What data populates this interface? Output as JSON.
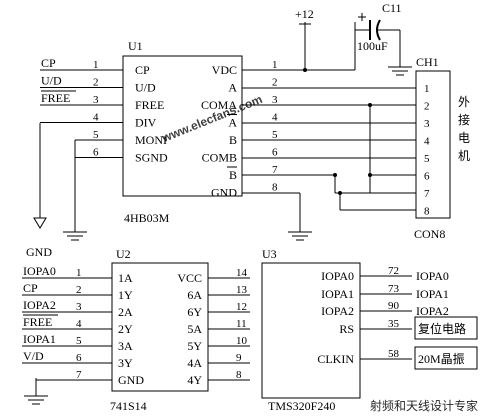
{
  "watermark": {
    "top_text": "www.elecfans.com",
    "logo_text": "射频和天线设计专家",
    "colors": {
      "top": "#e8b4c4",
      "logo": "#c87898"
    }
  },
  "power": {
    "vcc_label": "+12"
  },
  "cap": {
    "ref": "C11",
    "value": "100uF"
  },
  "u1": {
    "ref": "U1",
    "part": "4HB03M",
    "left_pins": [
      {
        "name": "CP",
        "pin": "1",
        "net": "CP"
      },
      {
        "name": "U/D",
        "pin": "2",
        "net": "U/D"
      },
      {
        "name": "FREE",
        "pin": "3",
        "net": "FREE"
      },
      {
        "name": "DIV",
        "pin": "4",
        "net": ""
      },
      {
        "name": "MONI",
        "pin": "5",
        "net": ""
      },
      {
        "name": "SGND",
        "pin": "6",
        "net": ""
      }
    ],
    "right_pins": [
      {
        "name": "VDC",
        "pin": "1"
      },
      {
        "name": "A",
        "pin": "2"
      },
      {
        "name": "COMA",
        "pin": "3"
      },
      {
        "name": "A",
        "pin": "4"
      },
      {
        "name": "B",
        "pin": "5"
      },
      {
        "name": "COMB",
        "pin": "6"
      },
      {
        "name": "B",
        "pin": "7"
      },
      {
        "name": "GND",
        "pin": "8"
      }
    ]
  },
  "ch1": {
    "ref": "CH1",
    "part": "CON8",
    "pins": [
      "1",
      "2",
      "3",
      "4",
      "5",
      "6",
      "7",
      "8"
    ],
    "side_label": [
      "外",
      "接",
      "电",
      "机"
    ]
  },
  "gnd_label": "GND",
  "u2": {
    "ref": "U2",
    "part": "741S14",
    "left_pins": [
      {
        "name": "1A",
        "pin": "1",
        "net": "IOPA0"
      },
      {
        "name": "1Y",
        "pin": "2",
        "net": "CP"
      },
      {
        "name": "2A",
        "pin": "3",
        "net": "IOPA2"
      },
      {
        "name": "2Y",
        "pin": "4",
        "net": "FREE"
      },
      {
        "name": "3A",
        "pin": "5",
        "net": "IOPA1"
      },
      {
        "name": "3Y",
        "pin": "6",
        "net": "V/D"
      },
      {
        "name": "GND",
        "pin": "7",
        "net": ""
      }
    ],
    "right_pins": [
      {
        "name": "VCC",
        "pin": "14"
      },
      {
        "name": "6A",
        "pin": "13"
      },
      {
        "name": "6Y",
        "pin": "12"
      },
      {
        "name": "5A",
        "pin": "11"
      },
      {
        "name": "5Y",
        "pin": "10"
      },
      {
        "name": "4A",
        "pin": "9"
      },
      {
        "name": "4Y",
        "pin": "8"
      }
    ]
  },
  "u3": {
    "ref": "U3",
    "part": "TMS320F240",
    "pins": [
      {
        "name": "IOPA0",
        "pin": "72",
        "net": "IOPA0"
      },
      {
        "name": "IOPA1",
        "pin": "73",
        "net": "IOPA1"
      },
      {
        "name": "IOPA2",
        "pin": "90",
        "net": "IOPA2"
      },
      {
        "name": "RS",
        "pin": "35",
        "net": "复位电路"
      },
      {
        "name": "CLKIN",
        "pin": "58",
        "net": "20M晶振"
      }
    ]
  }
}
